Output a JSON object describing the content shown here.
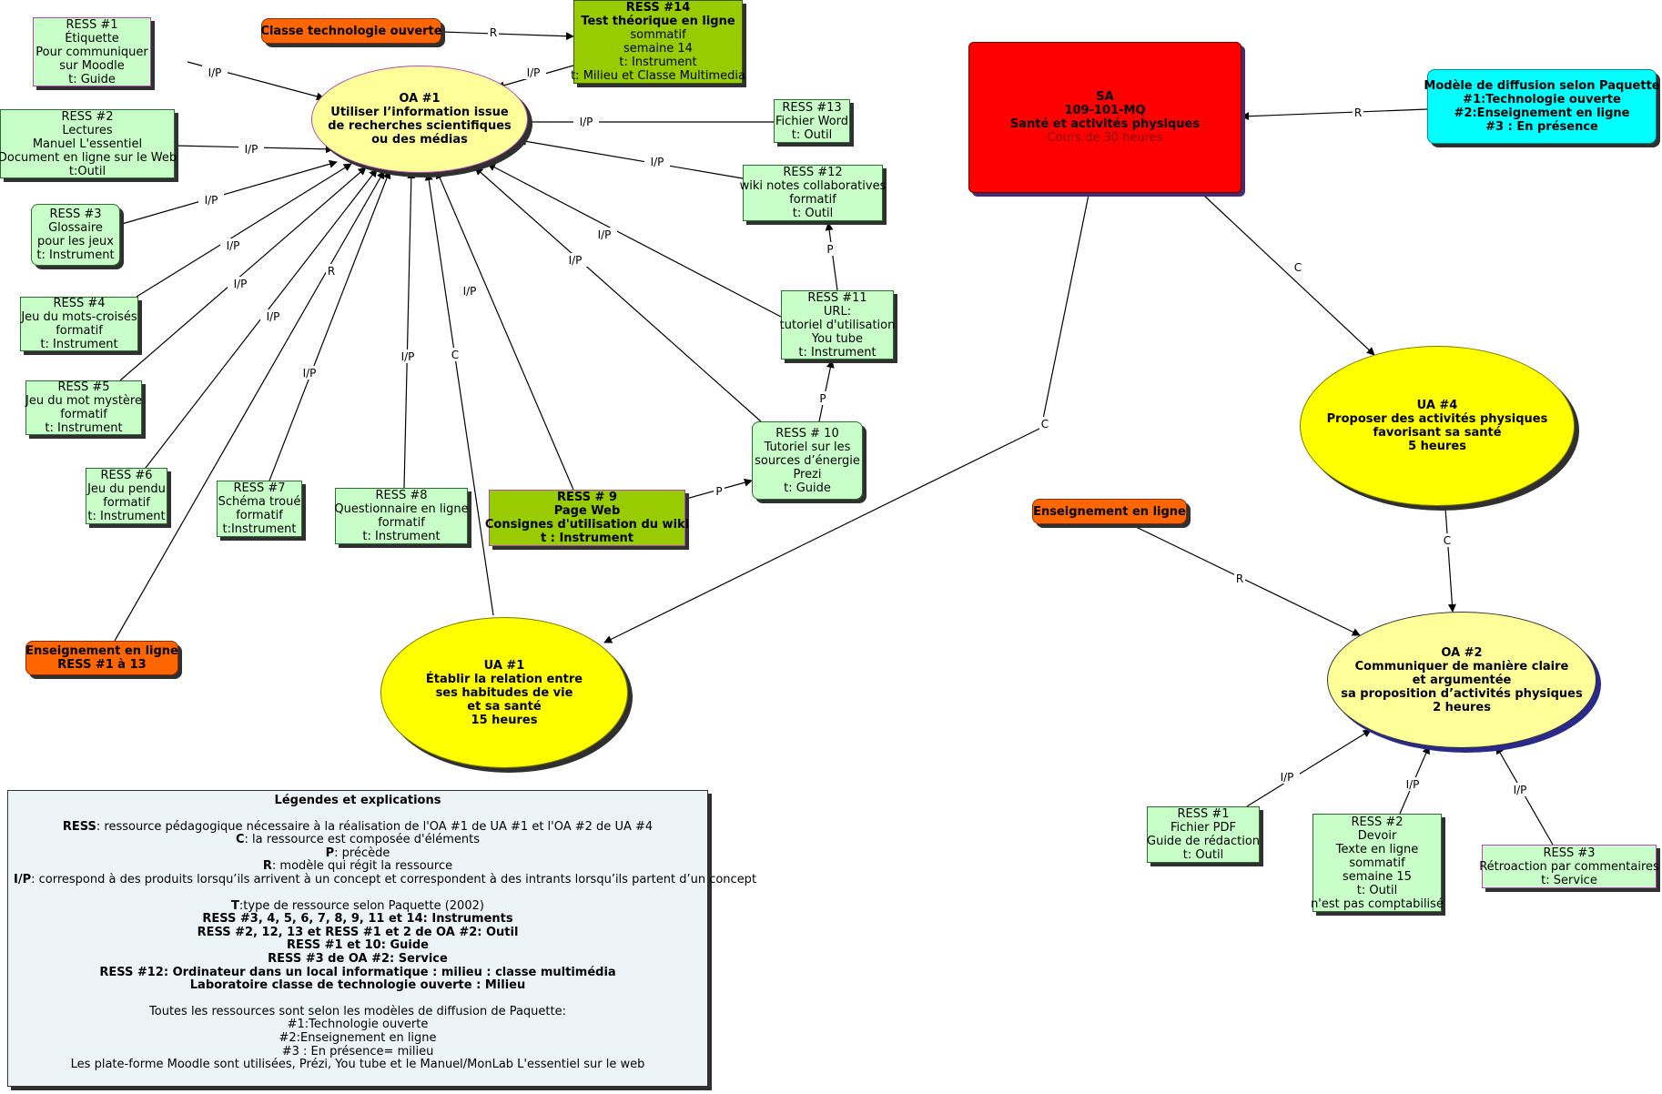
{
  "nodes": {
    "oa1": [
      "OA #1",
      "Utiliser l’information issue",
      "de recherches scientifiques",
      "ou des médias"
    ],
    "oa2": [
      "OA #2",
      "Communiquer de manière claire",
      "et argumentée",
      "sa proposition d’activités physiques",
      "2 heures"
    ],
    "ua1": [
      "UA #1",
      "Établir la relation entre",
      "ses habitudes de vie",
      "et sa santé",
      "15 heures"
    ],
    "ua4": [
      "UA #4",
      "Proposer des activités physiques",
      "favorisant sa santé",
      "5 heures"
    ],
    "sa": [
      "SA",
      "109-101-MQ",
      "Santé et activités physiques"
    ],
    "sa_sub": "Cours de 30 heures",
    "modele": [
      "Modèle de diffusion selon Paquette",
      "#1:Technologie ouverte",
      "#2:Enseignement en ligne",
      "#3 : En présence"
    ],
    "classe_techno": [
      "Classe technologie ouverte"
    ],
    "ens_ligne_left": [
      "Enseignement en ligne",
      "RESS #1 à 13"
    ],
    "ens_ligne_right": [
      "Enseignement en ligne"
    ],
    "ress1": [
      "RESS #1",
      "Étiquette",
      "Pour communiquer",
      "sur Moodle",
      "t: Guide"
    ],
    "ress2": [
      "RESS #2",
      "Lectures",
      "Manuel L'essentiel",
      "Document en ligne sur le Web",
      "t:Outil"
    ],
    "ress3": [
      "RESS #3",
      "Glossaire",
      "pour les jeux",
      "t: Instrument"
    ],
    "ress4": [
      "RESS #4",
      "Jeu du mots-croisés",
      "formatif",
      "t: Instrument"
    ],
    "ress5": [
      "RESS #5",
      "Jeu du mot mystère",
      "formatif",
      "t: Instrument"
    ],
    "ress6": [
      "RESS #6",
      "Jeu du pendu",
      "formatif",
      "t: Instrument"
    ],
    "ress7": [
      "RESS #7",
      "Schéma troué",
      "formatif",
      "t:Instrument"
    ],
    "ress8": [
      "RESS #8",
      "Questionnaire en ligne",
      "formatif",
      "t: Instrument"
    ],
    "ress9": [
      "RESS # 9",
      "Page Web",
      "Consignes d'utilisation du wiki",
      "t : Instrument"
    ],
    "ress10": [
      "RESS # 10",
      "Tutoriel sur les",
      "sources d’énergie",
      "Prezi",
      "t: Guide"
    ],
    "ress11": [
      "RESS #11",
      "URL:",
      "tutoriel d'utilisation",
      "You tube",
      "t: Instrument"
    ],
    "ress12": [
      "RESS #12",
      "wiki notes collaboratives",
      "formatif",
      "t: Outil"
    ],
    "ress13": [
      "RESS  #13",
      "Fichier Word",
      "t: Outil"
    ],
    "ress14": [
      "RESS #14",
      "Test théorique en ligne",
      "sommatif",
      "semaine 14",
      "t: Instrument",
      "t: Milieu et Classe Multimedia"
    ],
    "oa2_ress1": [
      "RESS #1",
      "Fichier PDF",
      "Guide de rédaction",
      "t: Outil"
    ],
    "oa2_ress2": [
      "RESS #2",
      "Devoir",
      "Texte en ligne",
      "sommatif",
      "semaine 15",
      "t: Outil",
      "n'est pas comptabilisé"
    ],
    "oa2_ress3": [
      "RESS #3",
      "Rétroaction par commentaires",
      "t: Service"
    ]
  },
  "edges": [
    {
      "from": "ress1",
      "to": "oa1",
      "label": "I/P"
    },
    {
      "from": "ress2",
      "to": "oa1",
      "label": "I/P"
    },
    {
      "from": "ress3",
      "to": "oa1",
      "label": "I/P"
    },
    {
      "from": "ress4",
      "to": "oa1",
      "label": "I/P"
    },
    {
      "from": "ress5",
      "to": "oa1",
      "label": "I/P"
    },
    {
      "from": "ress6",
      "to": "oa1",
      "label": "I/P"
    },
    {
      "from": "ress7",
      "to": "oa1",
      "label": "I/P"
    },
    {
      "from": "ress8",
      "to": "oa1",
      "label": "I/P"
    },
    {
      "from": "ress9",
      "to": "oa1",
      "label": "I/P"
    },
    {
      "from": "ress10",
      "to": "oa1",
      "label": "I/P"
    },
    {
      "from": "ress11",
      "to": "oa1",
      "label": "I/P"
    },
    {
      "from": "ress12",
      "to": "oa1",
      "label": "I/P"
    },
    {
      "from": "ress13",
      "to": "oa1",
      "label": "I/P"
    },
    {
      "from": "ress14",
      "to": "oa1",
      "label": "I/P"
    },
    {
      "from": "ens_ligne_left",
      "to": "oa1",
      "label": "R"
    },
    {
      "from": "ua1",
      "to": "oa1",
      "label": "C"
    },
    {
      "from": "classe_techno",
      "to": "ress14",
      "label": "R"
    },
    {
      "from": "ress9",
      "to": "ress10",
      "label": "P"
    },
    {
      "from": "ress10",
      "to": "ress11",
      "label": "P"
    },
    {
      "from": "ress11",
      "to": "ress12",
      "label": "P"
    },
    {
      "from": "modele",
      "to": "sa",
      "label": "R"
    },
    {
      "from": "sa",
      "to": "ua4",
      "label": "C"
    },
    {
      "from": "sa",
      "to": "ua1",
      "label": "C"
    },
    {
      "from": "ua4",
      "to": "oa2",
      "label": "C"
    },
    {
      "from": "ens_ligne_right",
      "to": "oa2",
      "label": "R"
    },
    {
      "from": "oa2_ress1",
      "to": "oa2",
      "label": "I/P"
    },
    {
      "from": "oa2_ress2",
      "to": "oa2",
      "label": "I/P"
    },
    {
      "from": "oa2_ress3",
      "to": "oa2",
      "label": "I/P"
    }
  ],
  "legend": {
    "title": "Légendes et explications",
    "lines": [
      {
        "b": "RESS",
        "t": ": ressource pédagogique nécessaire à la réalisation de l'OA #1 de UA #1 et l'OA #2 de UA #4"
      },
      {
        "b": "C",
        "t": ": la ressource est composée d'éléments"
      },
      {
        "b": "P",
        "t": ": précède"
      },
      {
        "b": "R",
        "t": ": modèle qui régit la ressource"
      },
      {
        "b": "I/P",
        "t": ": correspond à des produits lorsqu’ils arrivent à un concept et correspondent à des intrants lorsqu’ils partent d’un concept"
      }
    ],
    "type_line": {
      "b": "T",
      "t": ":type de ressource selon Paquette (2002)"
    },
    "bold_lines": [
      "RESS #3, 4, 5, 6, 7, 8, 9, 11 et 14: Instruments",
      "RESS #2, 12, 13 et RESS #1 et 2 de OA #2: Outil",
      "RESS #1 et 10: Guide",
      "RESS #3 de OA #2: Service",
      "RESS #12: Ordinateur dans un local informatique : milieu : classe multimédia",
      "Laboratoire classe de technologie ouverte : Milieu"
    ],
    "footer_lines": [
      "Toutes les ressources sont selon les modèles de diffusion de Paquette:",
      "#1:Technologie ouverte",
      "#2:Enseignement en ligne",
      "#3 : En présence= milieu",
      "Les plate-forme Moodle sont utilisées, Prézi, You tube et le Manuel/MonLab L'essentiel sur le web"
    ]
  }
}
